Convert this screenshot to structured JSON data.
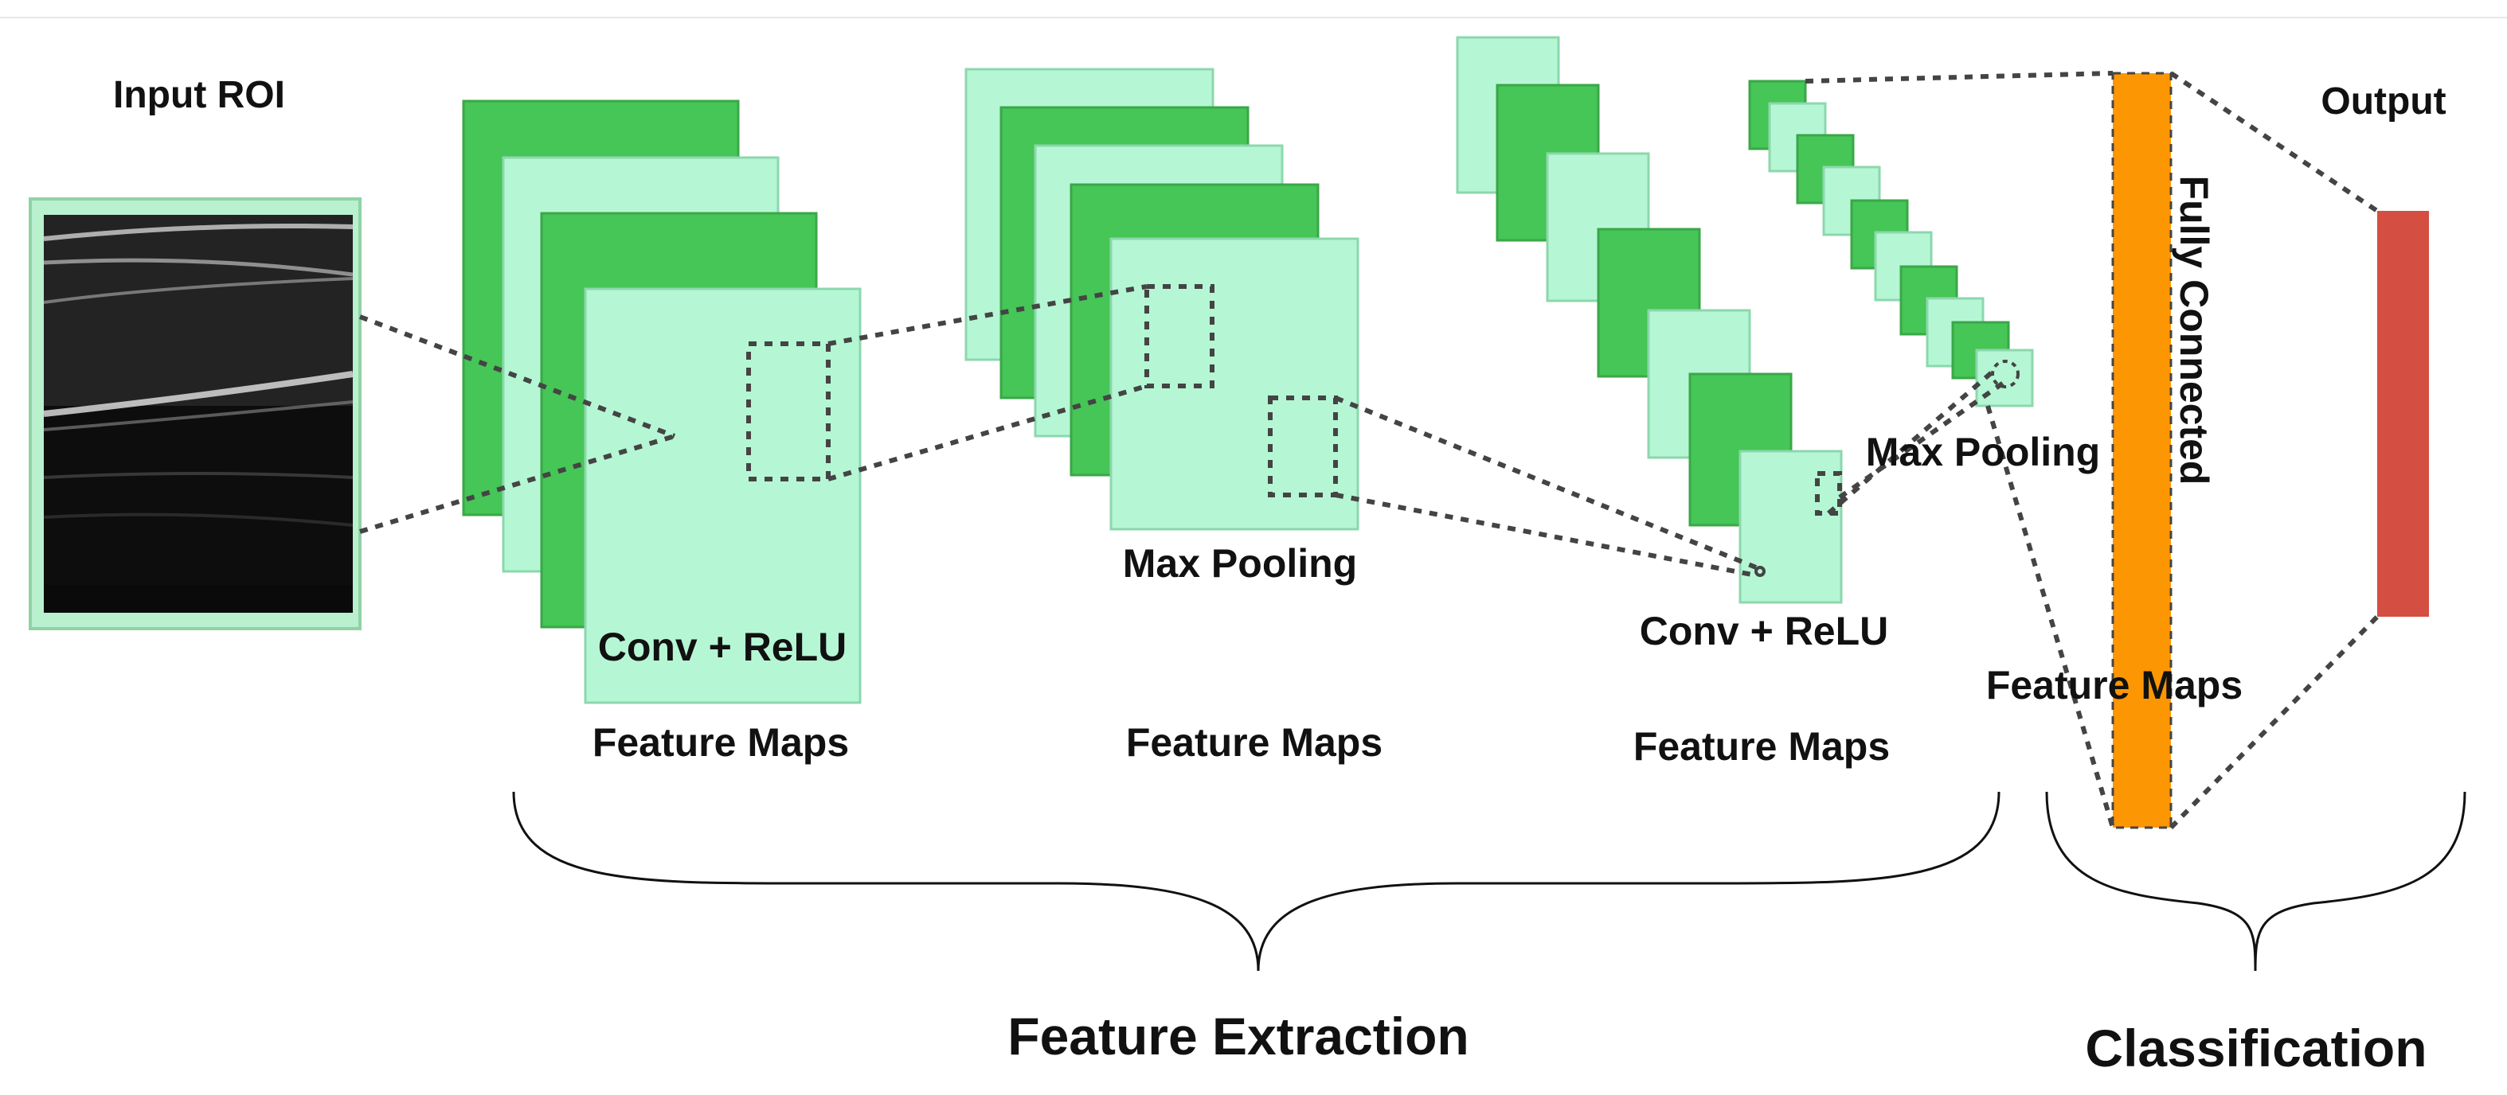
{
  "labels": {
    "input_roi": "Input ROI",
    "conv_relu_1": "Conv + ReLU",
    "max_pooling_1": "Max Pooling",
    "conv_relu_2": "Conv + ReLU",
    "max_pooling_2": "Max Pooling",
    "feature_maps_1": "Feature Maps",
    "feature_maps_2": "Feature Maps",
    "feature_maps_3": "Feature Maps",
    "feature_maps_4": "Feature Maps",
    "fully_connected": "Fully Connected",
    "output": "Output",
    "feature_extraction": "Feature Extraction",
    "classification": "Classification"
  },
  "colors": {
    "dark_green": "#45c656",
    "light_green": "#b5f7d5",
    "fully_connected": "#fd9603",
    "output": "#d44e41",
    "dashed_line": "#444444"
  }
}
